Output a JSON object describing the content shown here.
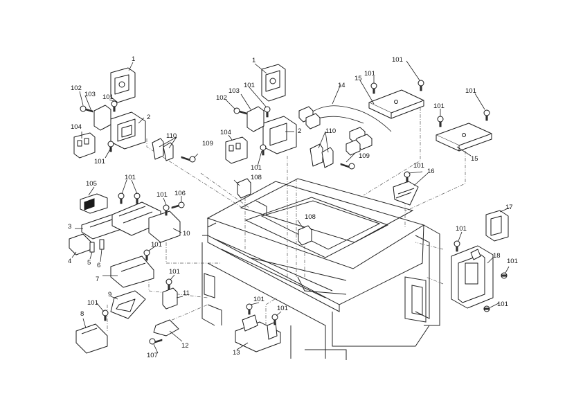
{
  "diagram": {
    "callouts": [
      "1",
      "1",
      "2",
      "2",
      "3",
      "4",
      "5",
      "6",
      "7",
      "8",
      "9",
      "10",
      "11",
      "12",
      "13",
      "14",
      "15",
      "15",
      "16",
      "17",
      "18",
      "101",
      "101",
      "101",
      "101",
      "101",
      "101",
      "101",
      "101",
      "101",
      "101",
      "101",
      "101",
      "101",
      "101",
      "101",
      "101",
      "101",
      "101",
      "101",
      "102",
      "102",
      "103",
      "103",
      "104",
      "104",
      "105",
      "106",
      "107",
      "108",
      "108",
      "109",
      "109",
      "110",
      "110"
    ]
  }
}
